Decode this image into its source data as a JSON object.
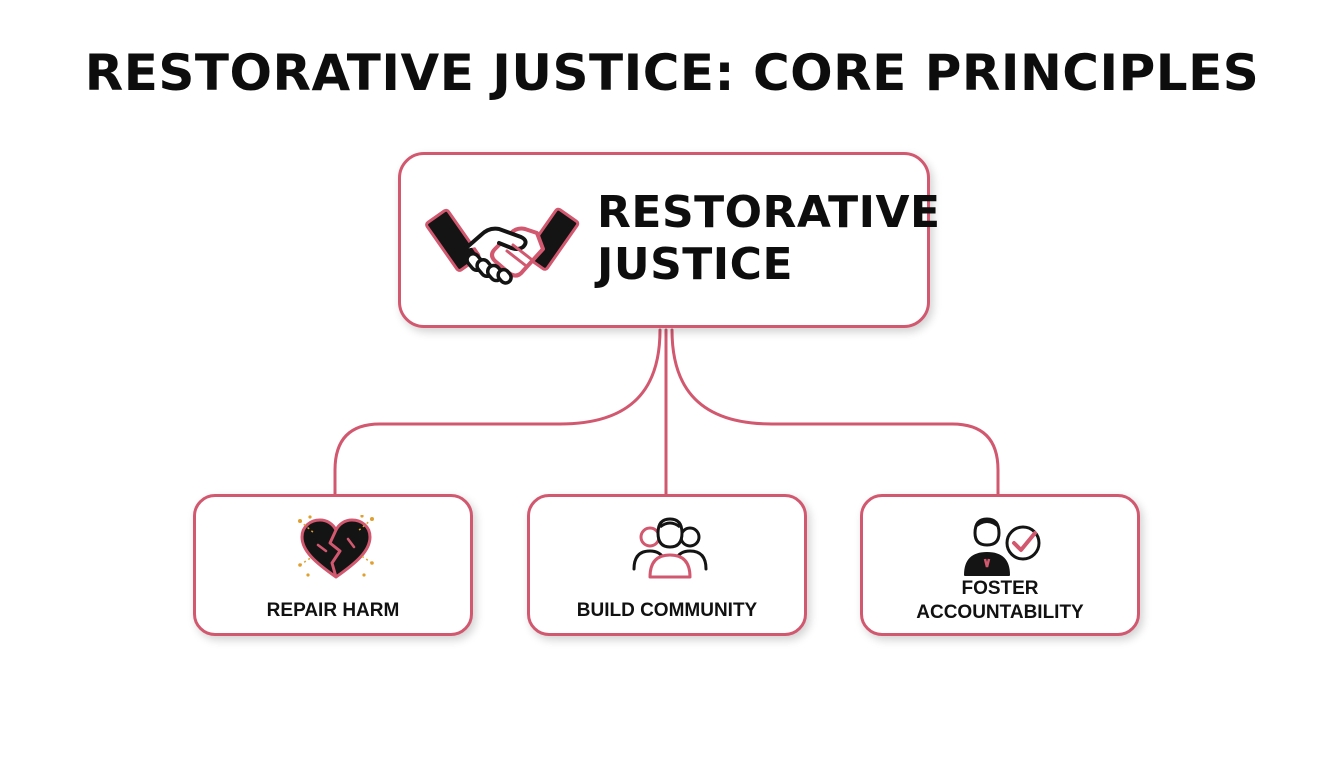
{
  "title": "RESTORATIVE JUSTICE: CORE PRINCIPLES",
  "root": {
    "label_line1": "RESTORATIVE",
    "label_line2": "JUSTICE",
    "icon": "handshake-icon"
  },
  "children": [
    {
      "label": "REPAIR HARM",
      "icon": "broken-heart-icon"
    },
    {
      "label": "BUILD COMMUNITY",
      "icon": "people-group-icon"
    },
    {
      "label_line1": "FOSTER",
      "label_line2": "ACCOUNTABILITY",
      "icon": "person-check-icon"
    }
  ],
  "colors": {
    "accent": "#d1586f",
    "text": "#111111",
    "icon_fill": "#141414",
    "spark": "#e0a030",
    "background": "#ffffff"
  }
}
